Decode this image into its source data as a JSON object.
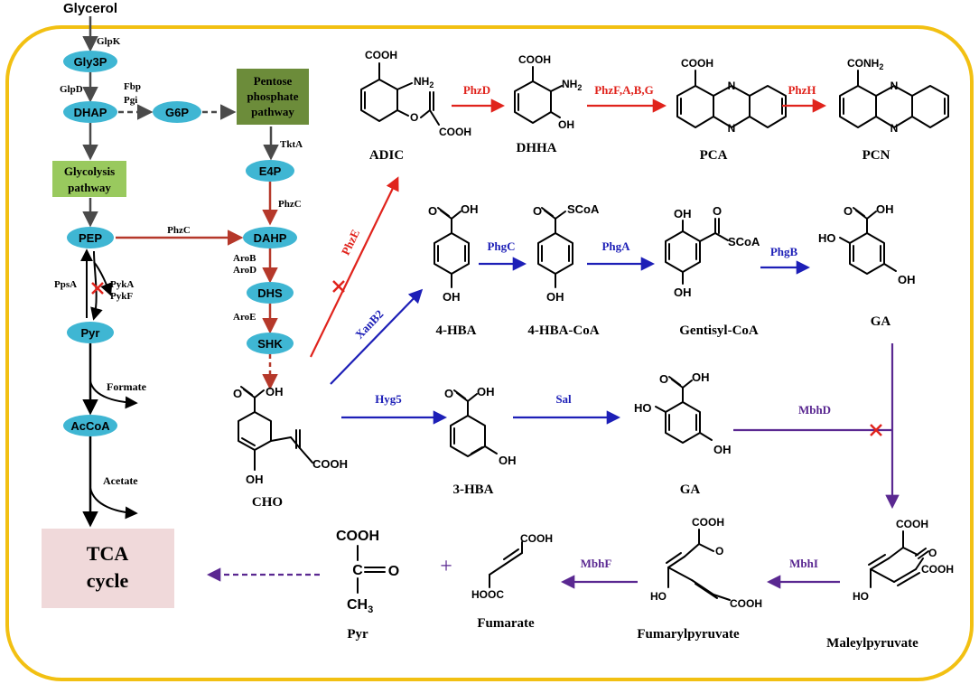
{
  "colors": {
    "cell_border": "#f2c012",
    "node_fill": "#3fb6d3",
    "green_box": "#99c95e",
    "dark_green_box": "#6c8c3a",
    "tca_box": "#f0d9da",
    "red": "#e0231c",
    "darkred": "#b5382a",
    "blue": "#1d1fb7",
    "purple": "#5a2891",
    "gray": "#4a4a4a"
  },
  "input": {
    "glycerol": "Glycerol"
  },
  "nodes": {
    "gly3p": "Gly3P",
    "dhap": "DHAP",
    "g6p": "G6P",
    "pep": "PEP",
    "pyr": "Pyr",
    "acoa": "AcCoA",
    "e4p": "E4P",
    "dahp": "DAHP",
    "dhs": "DHS",
    "shk": "SHK"
  },
  "boxes": {
    "pentose": [
      "Pentose",
      "phosphate",
      "pathway"
    ],
    "glycolysis": [
      "Glycolysis",
      "pathway"
    ],
    "tca": [
      "TCA",
      "cycle"
    ]
  },
  "enzymes": {
    "glpk": "GlpK",
    "glpd": "GlpD",
    "fbp": "Fbp",
    "pgi": "Pgi",
    "tkta": "TktA",
    "phzc_1": "PhzC",
    "phzc_2": "PhzC",
    "arob": "AroB",
    "arod": "AroD",
    "aroe": "AroE",
    "ppsa": "PpsA",
    "pyka": "PykA",
    "pykf": "PykF",
    "formate": "Formate",
    "acetate": "Acetate",
    "phze": "PhzE",
    "xanb2": "XanB2",
    "hyg5": "Hyg5",
    "sal": "Sal",
    "phzd": "PhzD",
    "phzfabg": "PhzF,A,B,G",
    "phzh": "PhzH",
    "phgc": "PhgC",
    "phga": "PhgA",
    "phgb": "PhgB",
    "mbhd": "MbhD",
    "mbhi": "MbhI",
    "mbhf": "MbhF"
  },
  "compounds": {
    "adic": "ADIC",
    "dhha": "DHHA",
    "pca": "PCA",
    "pcn": "PCN",
    "hba4": "4-HBA",
    "hba4coa": "4-HBA-CoA",
    "gentisyl": "Gentisyl-CoA",
    "ga_top": "GA",
    "cho": "CHO",
    "hba3": "3-HBA",
    "ga_mid": "GA",
    "maleyl": "Maleylpyruvate",
    "fumaryl": "Fumarylpyruvate",
    "fumarate": "Fumarate",
    "pyr_out": "Pyr"
  },
  "groups": {
    "cooh": "COOH",
    "oh": "OH",
    "nh2": "NH",
    "nh2_sub": "2",
    "o": "O",
    "n": "N",
    "conh2": "CONH",
    "conh2_sub": "2",
    "scoa": "SCoA",
    "hooc": "HOOC",
    "ho": "HO",
    "ch3": "CH",
    "ch3_sub": "3",
    "plus": "+"
  }
}
